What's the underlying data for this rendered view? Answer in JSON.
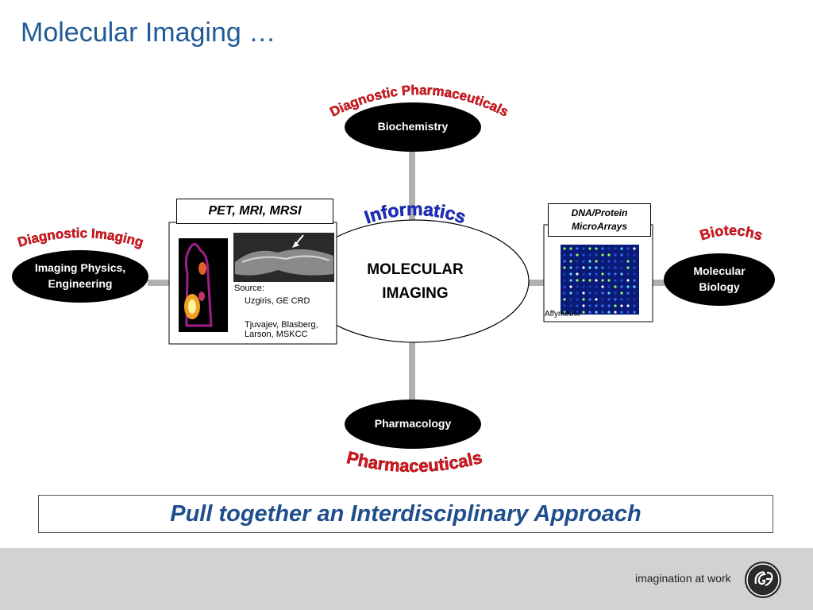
{
  "slide": {
    "title": "Molecular Imaging …",
    "approach": "Pull together an Interdisciplinary Approach"
  },
  "diagram": {
    "center": {
      "line1": "MOLECULAR",
      "line2": "IMAGING",
      "arc": "Informatics"
    },
    "top": {
      "label": "Biochemistry",
      "arc": "Diagnostic Pharmaceuticals"
    },
    "bottom": {
      "label": "Pharmacology",
      "arc": "Pharmaceuticals"
    },
    "left": {
      "line1": "Imaging Physics,",
      "line2": "Engineering",
      "arc": "Diagnostic Imaging"
    },
    "right": {
      "line1": "Molecular",
      "line2": "Biology",
      "arc": "Biotechs"
    },
    "left_panel": {
      "title": "PET, MRI, MRSI",
      "source": "Source:",
      "credit1": "Uzgiris, GE CRD",
      "credit2a": "Tjuvajev, Blasberg,",
      "credit2b": "Larson, MSKCC"
    },
    "right_panel": {
      "title1": "DNA/Protein",
      "title2": "MicroArrays",
      "credit": "Affymetrix"
    }
  },
  "footer": {
    "tagline": "imagination at work"
  },
  "colors": {
    "title": "#1f5a96",
    "arc_red": "#e0141e",
    "arc_blue": "#1a2fcf",
    "ellipse": "#000000",
    "approach_text": "#1f4e8c",
    "connector": "#b0b0b0",
    "footer_bar": "#d2d2d2"
  }
}
